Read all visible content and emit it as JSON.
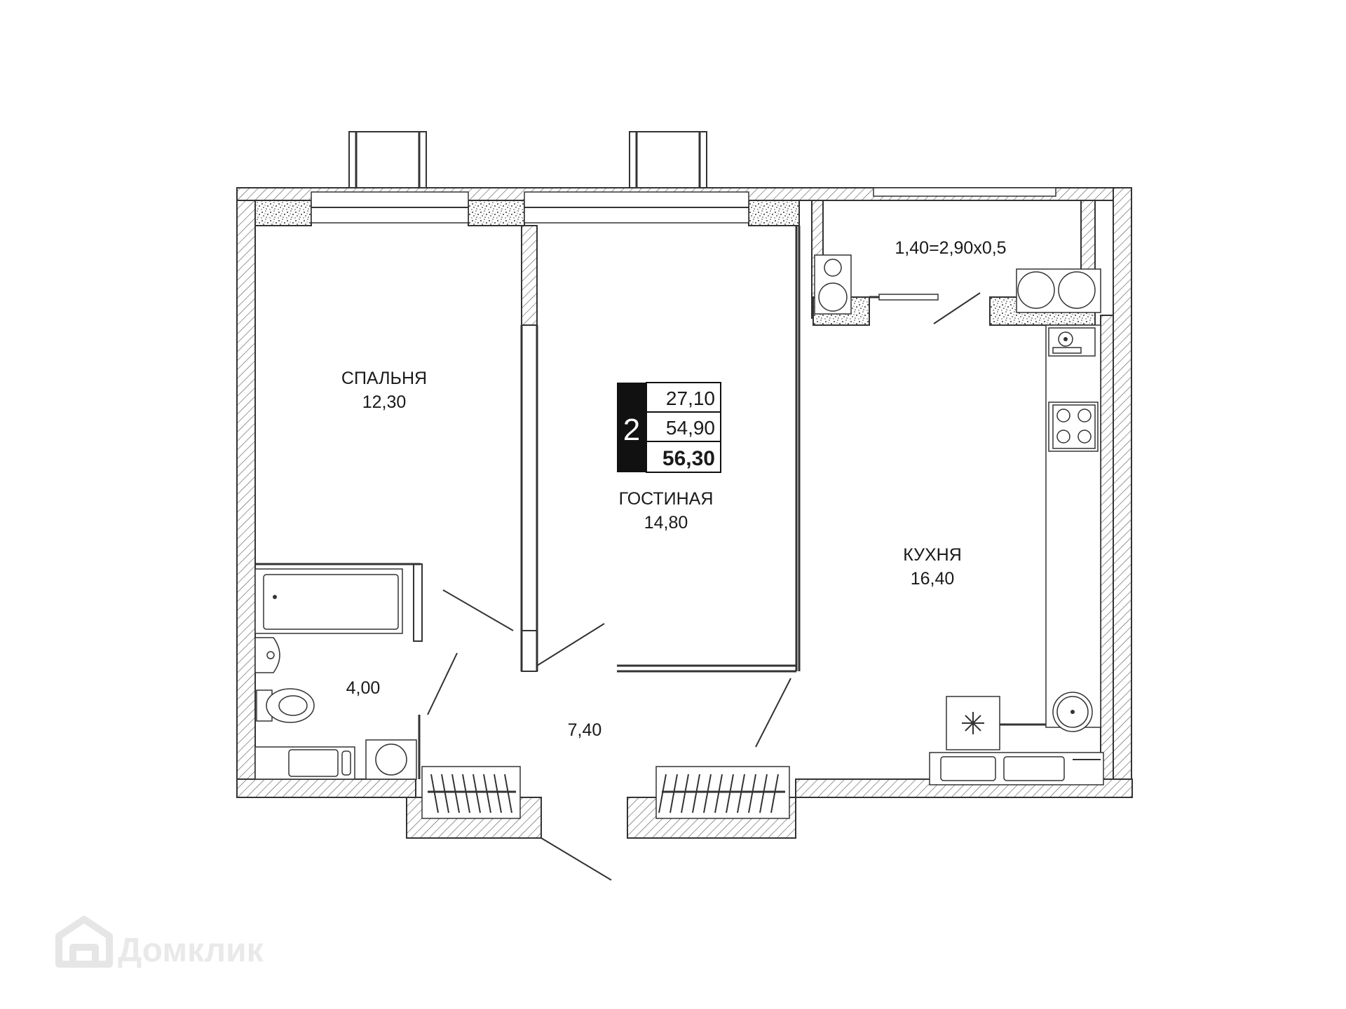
{
  "summary": {
    "rooms": "2",
    "living_area": "27,10",
    "total_area": "54,90",
    "total_with_balcony": "56,30"
  },
  "rooms": {
    "bedroom": {
      "name": "СПАЛЬНЯ",
      "area": "12,30"
    },
    "living": {
      "name": "ГОСТИНАЯ",
      "area": "14,80"
    },
    "kitchen": {
      "name": "КУХНЯ",
      "area": "16,40"
    },
    "bathroom": {
      "area": "4,00"
    },
    "hallway": {
      "area": "7,40"
    },
    "balcony": {
      "area": "1,40=2,90x0,5"
    }
  },
  "watermark": "Домклик"
}
